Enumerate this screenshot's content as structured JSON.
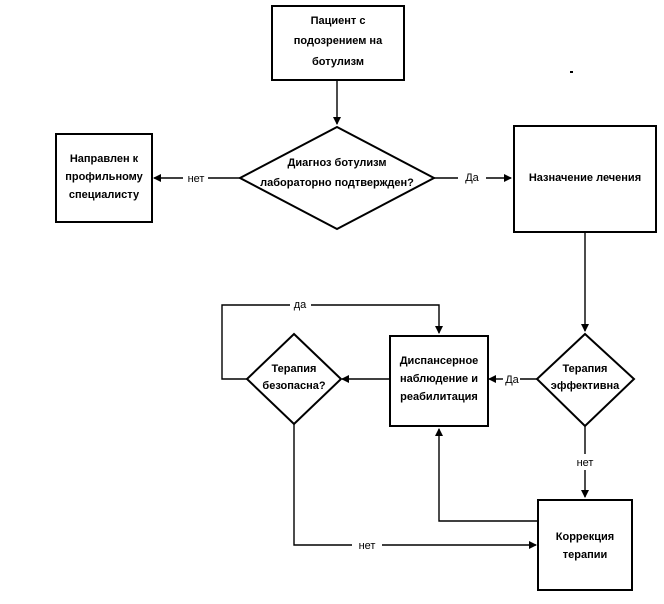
{
  "nodes": {
    "patient": {
      "lines": [
        "Пациент с",
        "подозрением на",
        "ботулизм"
      ]
    },
    "diagnosis": {
      "lines": [
        "Диагноз ботулизм",
        "лабораторно подтвержден?"
      ]
    },
    "referred": {
      "lines": [
        "Направлен к",
        "профильному",
        "специалисту"
      ]
    },
    "treatment": {
      "lines": [
        "Назначение лечения"
      ]
    },
    "effective": {
      "lines": [
        "Терапия",
        "эффективна"
      ]
    },
    "dispensary": {
      "lines": [
        "Диспансерное",
        "наблюдение и",
        "реабилитация"
      ]
    },
    "safe": {
      "lines": [
        "Терапия",
        "безопасна?"
      ]
    },
    "correction": {
      "lines": [
        "Коррекция",
        "терапии"
      ]
    }
  },
  "edges": {
    "diag_no": "нет",
    "diag_yes": "Да",
    "eff_yes": "Да",
    "eff_no": "нет",
    "safe_yes": "да",
    "safe_no": "нет"
  }
}
